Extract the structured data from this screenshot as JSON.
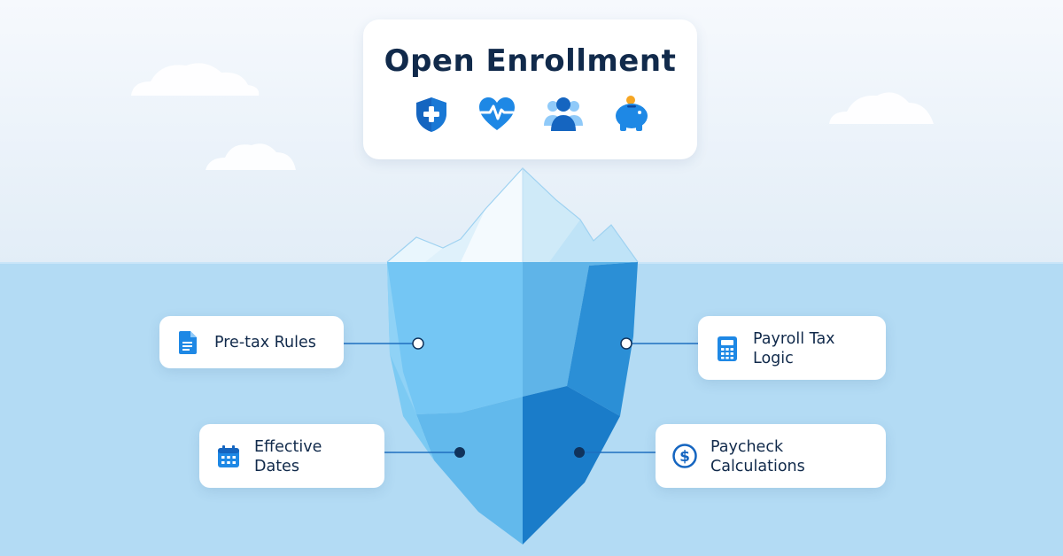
{
  "title": "Open Enrollment",
  "top_icons": [
    "shield-plus-icon",
    "heart-pulse-icon",
    "people-icon",
    "piggy-bank-icon"
  ],
  "labels": {
    "pretax": {
      "text": "Pre-tax Rules",
      "icon": "document-icon"
    },
    "payroll_tax": {
      "text": "Payroll Tax\nLogic",
      "icon": "calculator-icon"
    },
    "effective_dates": {
      "text": "Effective\nDates",
      "icon": "calendar-icon"
    },
    "paycheck": {
      "text": "Paycheck\nCalculations",
      "icon": "dollar-coin-icon"
    }
  },
  "colors": {
    "sky_top": "#f5f9fd",
    "sky_bottom": "#e3eef8",
    "water": "#b3dbf4",
    "text_navy": "#112a4b",
    "icon_blue_dark": "#1565c0",
    "icon_blue": "#1e88e5",
    "coin": "#f6a623"
  }
}
